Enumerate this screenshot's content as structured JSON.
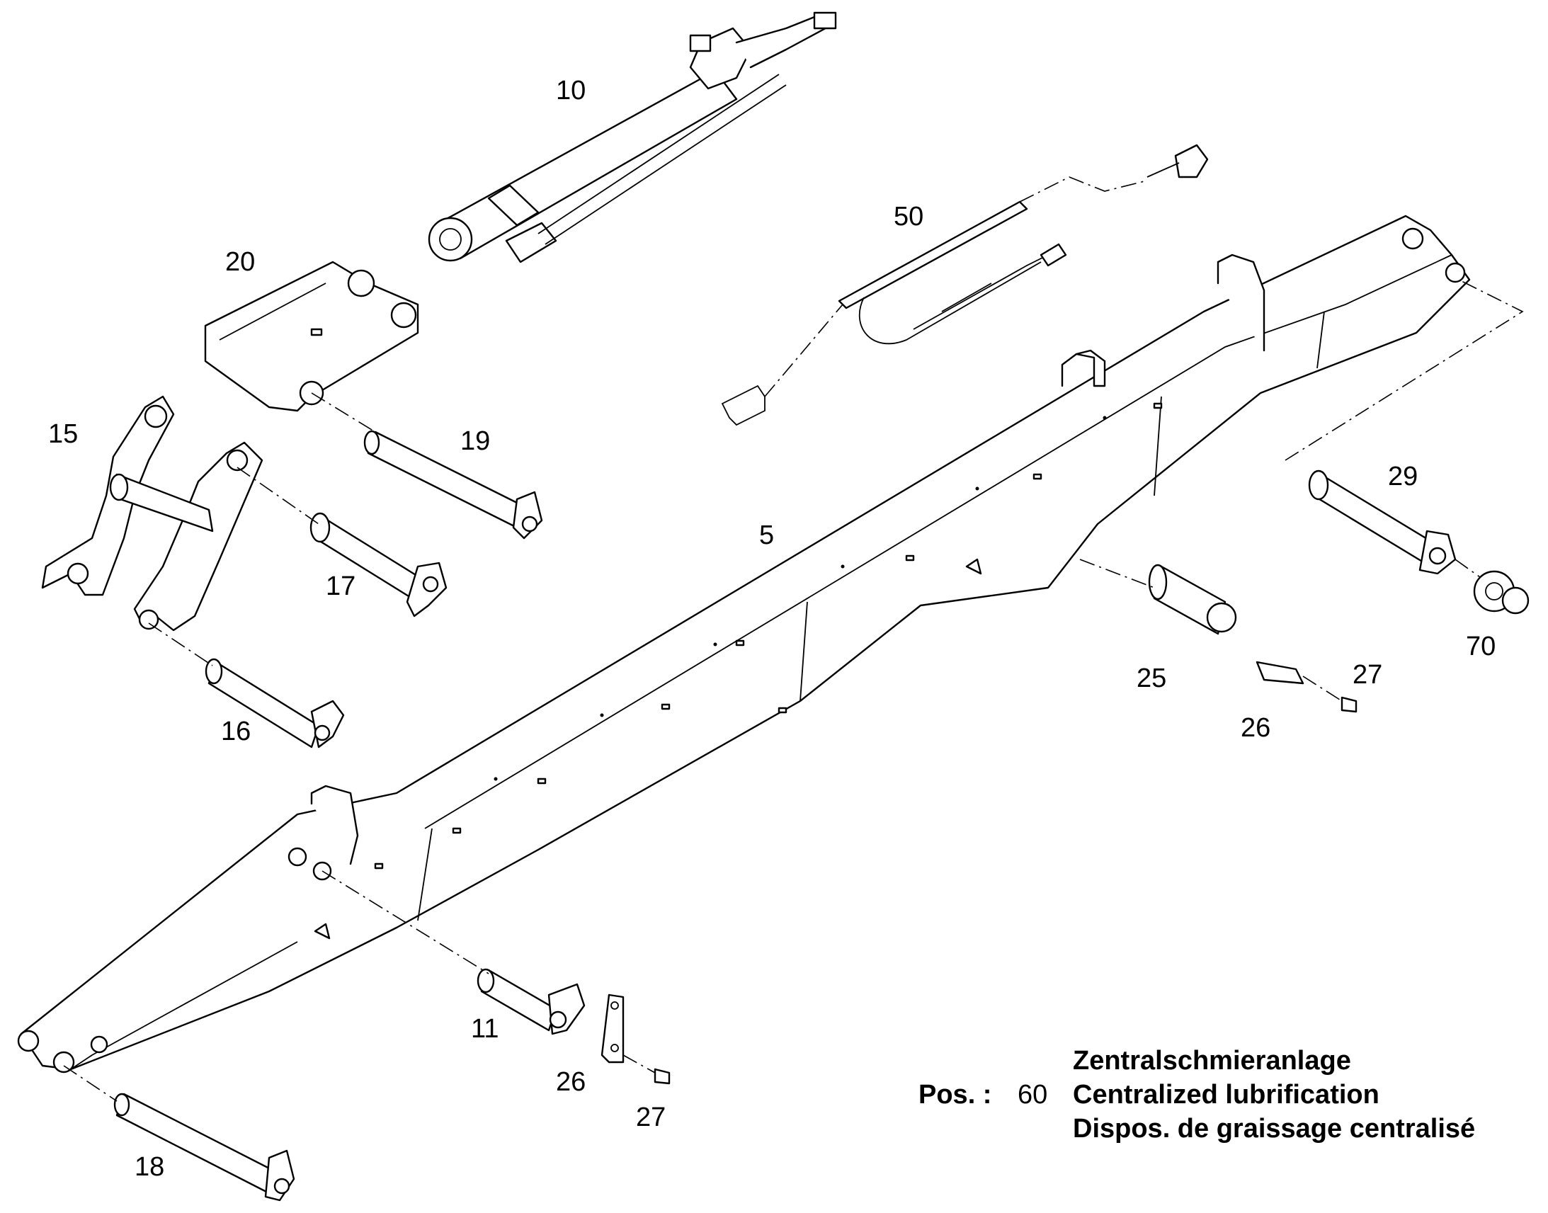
{
  "labels": {
    "l5": "5",
    "l10": "10",
    "l11": "11",
    "l15": "15",
    "l16": "16",
    "l17": "17",
    "l18": "18",
    "l19": "19",
    "l20": "20",
    "l25": "25",
    "l26a": "26",
    "l26b": "26",
    "l27a": "27",
    "l27b": "27",
    "l29": "29",
    "l50": "50",
    "l70": "70"
  },
  "position_block": {
    "prefix": "Pos. :",
    "number": "60",
    "lines": [
      "Zentralschmieranlage",
      "Centralized lubrification",
      "Dispos. de graissage centralisé"
    ]
  },
  "colors": {
    "line": "#000000",
    "background": "#ffffff"
  }
}
